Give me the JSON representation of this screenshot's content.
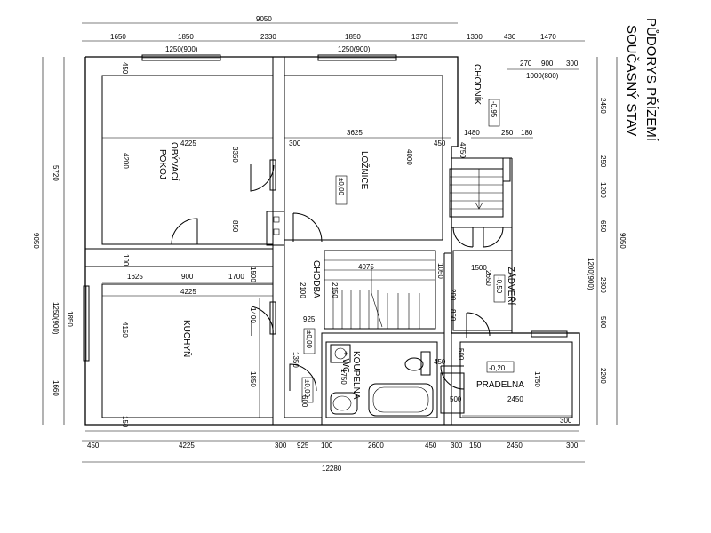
{
  "title": {
    "line1": "PŮDORYS PŘÍZEMÍ",
    "line2": "SOUČASNÝ STAV"
  },
  "rooms": {
    "obyvaci_line1": "OBÝVACÍ",
    "obyvaci_line2": "POKOJ",
    "loznice": "LOŽNICE",
    "kuchyn": "KUCHYŇ",
    "chodba": "CHODBA",
    "zadveri": "ZÁDVEŘÍ",
    "koupelna_line1": "KOUPELNA",
    "koupelna_line2": "+ WC",
    "pradelna": "PRADELNA",
    "chodnik": "CHODNÍK"
  },
  "levels": {
    "loznice": "±0,00",
    "chodba": "±0,00",
    "koupelna": "±0,00",
    "chodnik": "-0,95",
    "zadveri": "-0,50",
    "pradelna": "-0,20"
  },
  "dims": {
    "top_total": "9050",
    "top_1650": "1650",
    "top_1850a": "1850",
    "top_2330": "2330",
    "top_1850b": "1850",
    "top_1370": "1370",
    "top_1300": "1300",
    "top_430": "430",
    "top_1470": "1470",
    "win_a": "1250(900)",
    "win_b": "1250(900)",
    "d_450_wall": "450",
    "d_270": "270",
    "d_900": "900",
    "d_300": "300",
    "d_1000": "1000(800)",
    "d_4225_top": "4225",
    "d_300_mid": "300",
    "d_3625": "3625",
    "d_450_mid": "450",
    "d_4200_left": "4200",
    "d_3350": "3350",
    "d_4000": "4000",
    "d_850": "850",
    "d_1480": "1480",
    "d_250": "250",
    "d_180": "180",
    "d_4750": "4750",
    "d_100a": "100",
    "d_1625": "1625",
    "d_900k": "900",
    "d_1700": "1700",
    "d_1500a": "1500",
    "d_4225_kitchen": "4225",
    "d_4150": "4150",
    "d_1400": "1400",
    "d_1850_kitchen": "1850",
    "d_150_kitchen": "150",
    "d_4075": "4075",
    "d_1050": "1050",
    "d_1500b": "1500",
    "d_2100": "2100",
    "d_2150": "2150",
    "d_925_mid": "925",
    "d_200": "200",
    "d_850b": "850",
    "d_2650": "2650",
    "d_1350": "1350",
    "d_600": "600",
    "d_1750_bath": "1750",
    "d_450_bath": "450",
    "d_500a": "500",
    "d_500b": "500",
    "d_1750_prad": "1750",
    "d_2450_prad": "2450",
    "d_300_prad": "300",
    "left_5720": "5720",
    "left_9050": "9050",
    "left_1850": "1850",
    "left_1250": "1250(900)",
    "left_1660": "1660",
    "right_2450": "2450",
    "right_250": "250",
    "right_1200": "1200",
    "right_650": "650",
    "right_1200_900": "1200(900)",
    "right_2300": "2300",
    "right_500": "500",
    "right_2200": "2200",
    "right_9050": "9050",
    "bot_450": "450",
    "bot_4225": "4225",
    "bot_300a": "300",
    "bot_925": "925",
    "bot_100": "100",
    "bot_2600": "2600",
    "bot_450b": "450",
    "bot_300b": "300",
    "bot_150": "150",
    "bot_2450": "2450",
    "bot_300c": "300",
    "bot_total": "12280"
  }
}
